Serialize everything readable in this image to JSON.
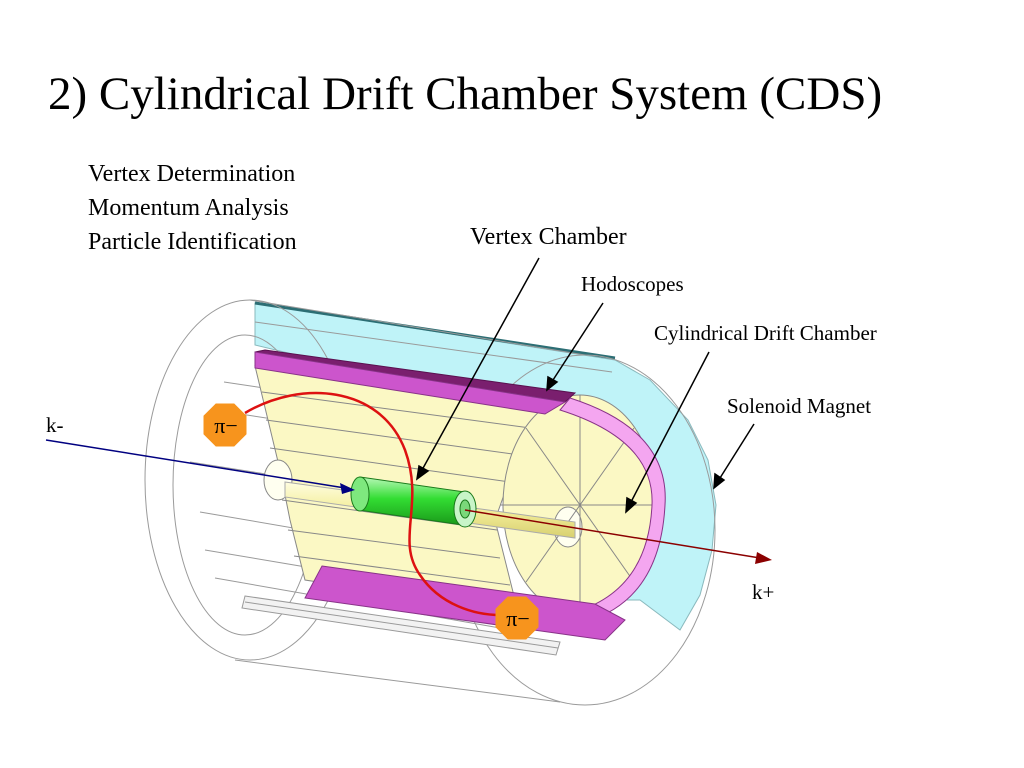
{
  "slide": {
    "title": "2) Cylindrical Drift Chamber System (CDS)",
    "bullets": [
      "Vertex Determination",
      "Momentum Analysis",
      "Particle Identification"
    ]
  },
  "diagram": {
    "labels": {
      "vertex_chamber": "Vertex Chamber",
      "hodoscopes": "Hodoscopes",
      "drift_chamber": "Cylindrical Drift Chamber",
      "solenoid": "Solenoid Magnet",
      "beam_in": "k-",
      "beam_out": "k+",
      "pion_1": "π−",
      "pion_2": "π−"
    },
    "colors": {
      "magnet": "#bff3f8",
      "drift_chamber": "#fbf8c4",
      "hodoscope": "#cc55cc",
      "vertex_chamber": "#44dd44",
      "pion_track": "#dd1111",
      "pion_marker": "#f7941d",
      "beam_in": "#000080",
      "beam_out": "#8b0000"
    }
  }
}
